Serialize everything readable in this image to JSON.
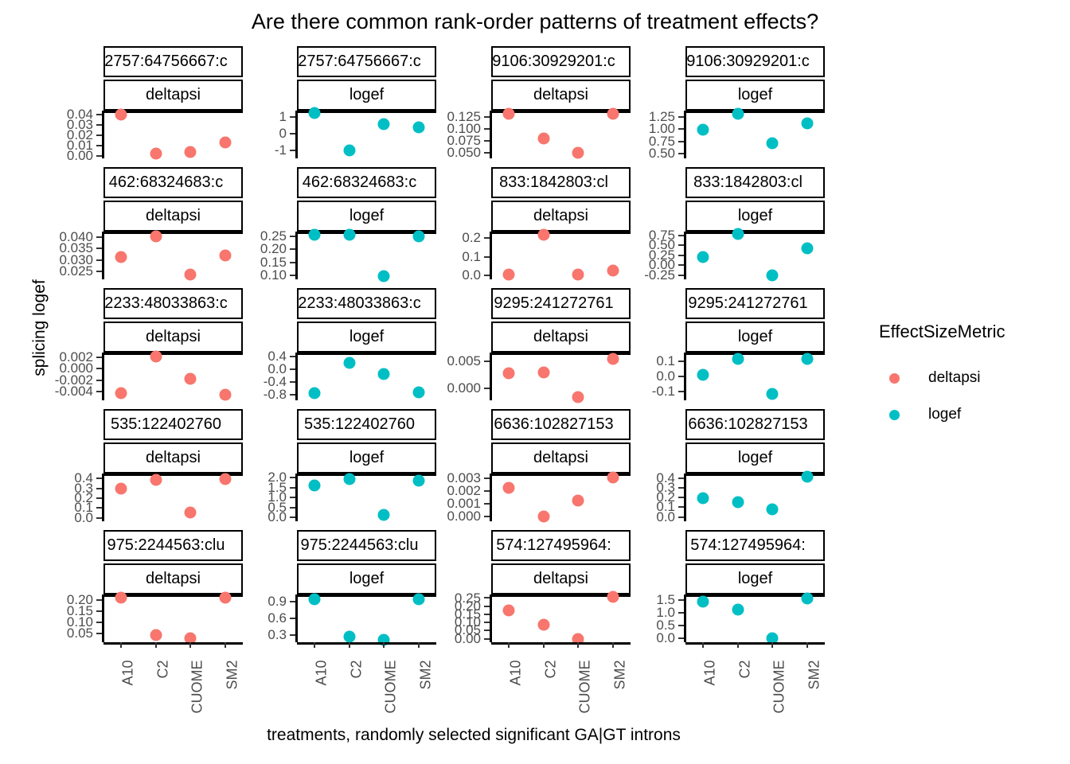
{
  "chart_data": {
    "type": "scatter",
    "title": "Are there common rank-order patterns of treatment effects?",
    "xlabel": "treatments, randomly selected significant GA|GT introns",
    "ylabel": "splicing logef",
    "grid": false,
    "legend_position": "right",
    "legend": {
      "title": "EffectSizeMetric",
      "entries": [
        {
          "label": "deltapsi",
          "color": "#F8766D"
        },
        {
          "label": "logef",
          "color": "#00BFC4"
        }
      ]
    },
    "categories": [
      "A10",
      "C2",
      "CUOME",
      "SM2"
    ],
    "facet_columns": [
      "deltapsi",
      "logef",
      "deltapsi",
      "logef"
    ],
    "panels": [
      {
        "row": 0,
        "col": 0,
        "intron": "2757:64756667:c",
        "metric": "deltapsi",
        "color": "#F8766D",
        "yticks": [
          "0.04",
          "0.03",
          "0.02",
          "0.01",
          "0.00"
        ],
        "ylim": [
          -0.002,
          0.044
        ],
        "values": [
          0.0405,
          0.0025,
          0.0045,
          0.0135
        ]
      },
      {
        "row": 0,
        "col": 1,
        "intron": "2757:64756667:c",
        "metric": "logef",
        "color": "#00BFC4",
        "yticks": [
          "1",
          "0",
          "-1"
        ],
        "ylim": [
          -1.45,
          1.35
        ],
        "values": [
          1.2,
          -1.0,
          0.55,
          0.35
        ]
      },
      {
        "row": 0,
        "col": 2,
        "intron": "9106:30929201:c",
        "metric": "deltapsi",
        "color": "#F8766D",
        "yticks": [
          "0.125",
          "0.100",
          "0.075",
          "0.050"
        ],
        "ylim": [
          0.038,
          0.138
        ],
        "values": [
          0.132,
          0.079,
          0.05,
          0.132
        ]
      },
      {
        "row": 0,
        "col": 3,
        "intron": "9106:30929201:c",
        "metric": "logef",
        "color": "#00BFC4",
        "yticks": [
          "1.25",
          "1.00",
          "0.75",
          "0.50"
        ],
        "ylim": [
          0.41,
          1.37
        ],
        "values": [
          0.99,
          1.3,
          0.71,
          1.11
        ]
      },
      {
        "row": 1,
        "col": 0,
        "intron": "462:68324683:c",
        "metric": "deltapsi",
        "color": "#F8766D",
        "yticks": [
          "0.040",
          "0.035",
          "0.030",
          "0.025"
        ],
        "ylim": [
          0.0215,
          0.0425
        ],
        "values": [
          0.0313,
          0.0405,
          0.0237,
          0.032
        ]
      },
      {
        "row": 1,
        "col": 1,
        "intron": "462:68324683:c",
        "metric": "logef",
        "color": "#00BFC4",
        "yticks": [
          "0.25",
          "0.20",
          "0.15",
          "0.10"
        ],
        "ylim": [
          0.085,
          0.268
        ],
        "values": [
          0.256,
          0.256,
          0.098,
          0.251
        ]
      },
      {
        "row": 1,
        "col": 2,
        "intron": "833:1842803:cl",
        "metric": "deltapsi",
        "color": "#F8766D",
        "yticks": [
          "0.2",
          "0.1",
          "0.0"
        ],
        "ylim": [
          -0.022,
          0.235
        ],
        "values": [
          0.002,
          0.218,
          0.002,
          0.026
        ]
      },
      {
        "row": 1,
        "col": 3,
        "intron": "833:1842803:cl",
        "metric": "logef",
        "color": "#00BFC4",
        "yticks": [
          "0.75",
          "0.50",
          "0.25",
          "0.00",
          "-0.25"
        ],
        "ylim": [
          -0.36,
          0.85
        ],
        "values": [
          0.21,
          0.78,
          -0.25,
          0.43
        ]
      },
      {
        "row": 2,
        "col": 0,
        "intron": "2233:48033863:c",
        "metric": "deltapsi",
        "color": "#F8766D",
        "yticks": [
          "0.002",
          "0.000",
          "-0.002",
          "-0.004"
        ],
        "ylim": [
          -0.0055,
          0.0028
        ],
        "values": [
          -0.0042,
          0.0021,
          -0.0017,
          -0.0045
        ]
      },
      {
        "row": 2,
        "col": 1,
        "intron": "2233:48033863:c",
        "metric": "logef",
        "color": "#00BFC4",
        "yticks": [
          "0.4",
          "0.0",
          "-0.4",
          "-0.8"
        ],
        "ylim": [
          -0.98,
          0.52
        ],
        "values": [
          -0.75,
          0.2,
          -0.15,
          -0.74
        ]
      },
      {
        "row": 2,
        "col": 2,
        "intron": "9295:241272761",
        "metric": "deltapsi",
        "color": "#F8766D",
        "yticks": [
          "0.005",
          "0.000"
        ],
        "ylim": [
          -0.0022,
          0.0066
        ],
        "values": [
          0.0028,
          0.0029,
          -0.0016,
          0.0055
        ]
      },
      {
        "row": 2,
        "col": 3,
        "intron": "9295:241272761",
        "metric": "logef",
        "color": "#00BFC4",
        "yticks": [
          "0.1",
          "0.0",
          "-0.1"
        ],
        "ylim": [
          -0.155,
          0.155
        ],
        "values": [
          0.01,
          0.112,
          -0.115,
          0.112
        ]
      },
      {
        "row": 3,
        "col": 0,
        "intron": "535:122402760",
        "metric": "deltapsi",
        "color": "#F8766D",
        "yticks": [
          "0.4",
          "0.3",
          "0.2",
          "0.1",
          "0.0"
        ],
        "ylim": [
          -0.035,
          0.45
        ],
        "values": [
          0.295,
          0.385,
          0.055,
          0.39
        ]
      },
      {
        "row": 3,
        "col": 1,
        "intron": "535:122402760",
        "metric": "logef",
        "color": "#00BFC4",
        "yticks": [
          "2.0",
          "1.5",
          "1.0",
          "0.5",
          "0.0"
        ],
        "ylim": [
          -0.18,
          2.2
        ],
        "values": [
          1.62,
          1.94,
          0.12,
          1.83
        ]
      },
      {
        "row": 3,
        "col": 2,
        "intron": "6636:102827153",
        "metric": "deltapsi",
        "color": "#F8766D",
        "yticks": [
          "0.003",
          "0.002",
          "0.001",
          "0.000"
        ],
        "ylim": [
          -0.00035,
          0.00335
        ],
        "values": [
          0.00225,
          5e-05,
          0.00125,
          0.00305
        ]
      },
      {
        "row": 3,
        "col": 3,
        "intron": "6636:102827153",
        "metric": "logef",
        "color": "#00BFC4",
        "yticks": [
          "0.4",
          "0.3",
          "0.2",
          "0.1",
          "0.0"
        ],
        "ylim": [
          -0.045,
          0.45
        ],
        "values": [
          0.195,
          0.155,
          0.08,
          0.415
        ]
      },
      {
        "row": 4,
        "col": 0,
        "intron": "975:2244563:clu",
        "metric": "deltapsi",
        "color": "#F8766D",
        "yticks": [
          "0.20",
          "0.15",
          "0.10",
          "0.05"
        ],
        "ylim": [
          0.012,
          0.225
        ],
        "values": [
          0.212,
          0.044,
          0.028,
          0.212
        ]
      },
      {
        "row": 4,
        "col": 1,
        "intron": "975:2244563:clu",
        "metric": "logef",
        "color": "#00BFC4",
        "yticks": [
          "0.9",
          "0.6",
          "0.3"
        ],
        "ylim": [
          0.17,
          1.03
        ],
        "values": [
          0.95,
          0.27,
          0.22,
          0.95
        ]
      },
      {
        "row": 4,
        "col": 2,
        "intron": "574:127495964:",
        "metric": "deltapsi",
        "color": "#F8766D",
        "yticks": [
          "0.25",
          "0.20",
          "0.15",
          "0.10",
          "0.05",
          "0.00"
        ],
        "ylim": [
          -0.022,
          0.272
        ],
        "values": [
          0.175,
          0.085,
          0.0,
          0.255
        ]
      },
      {
        "row": 4,
        "col": 3,
        "intron": "574:127495964:",
        "metric": "logef",
        "color": "#00BFC4",
        "yticks": [
          "1.5",
          "1.0",
          "0.5",
          "0.0"
        ],
        "ylim": [
          -0.14,
          1.72
        ],
        "values": [
          1.45,
          1.12,
          0.02,
          1.58
        ]
      }
    ]
  }
}
